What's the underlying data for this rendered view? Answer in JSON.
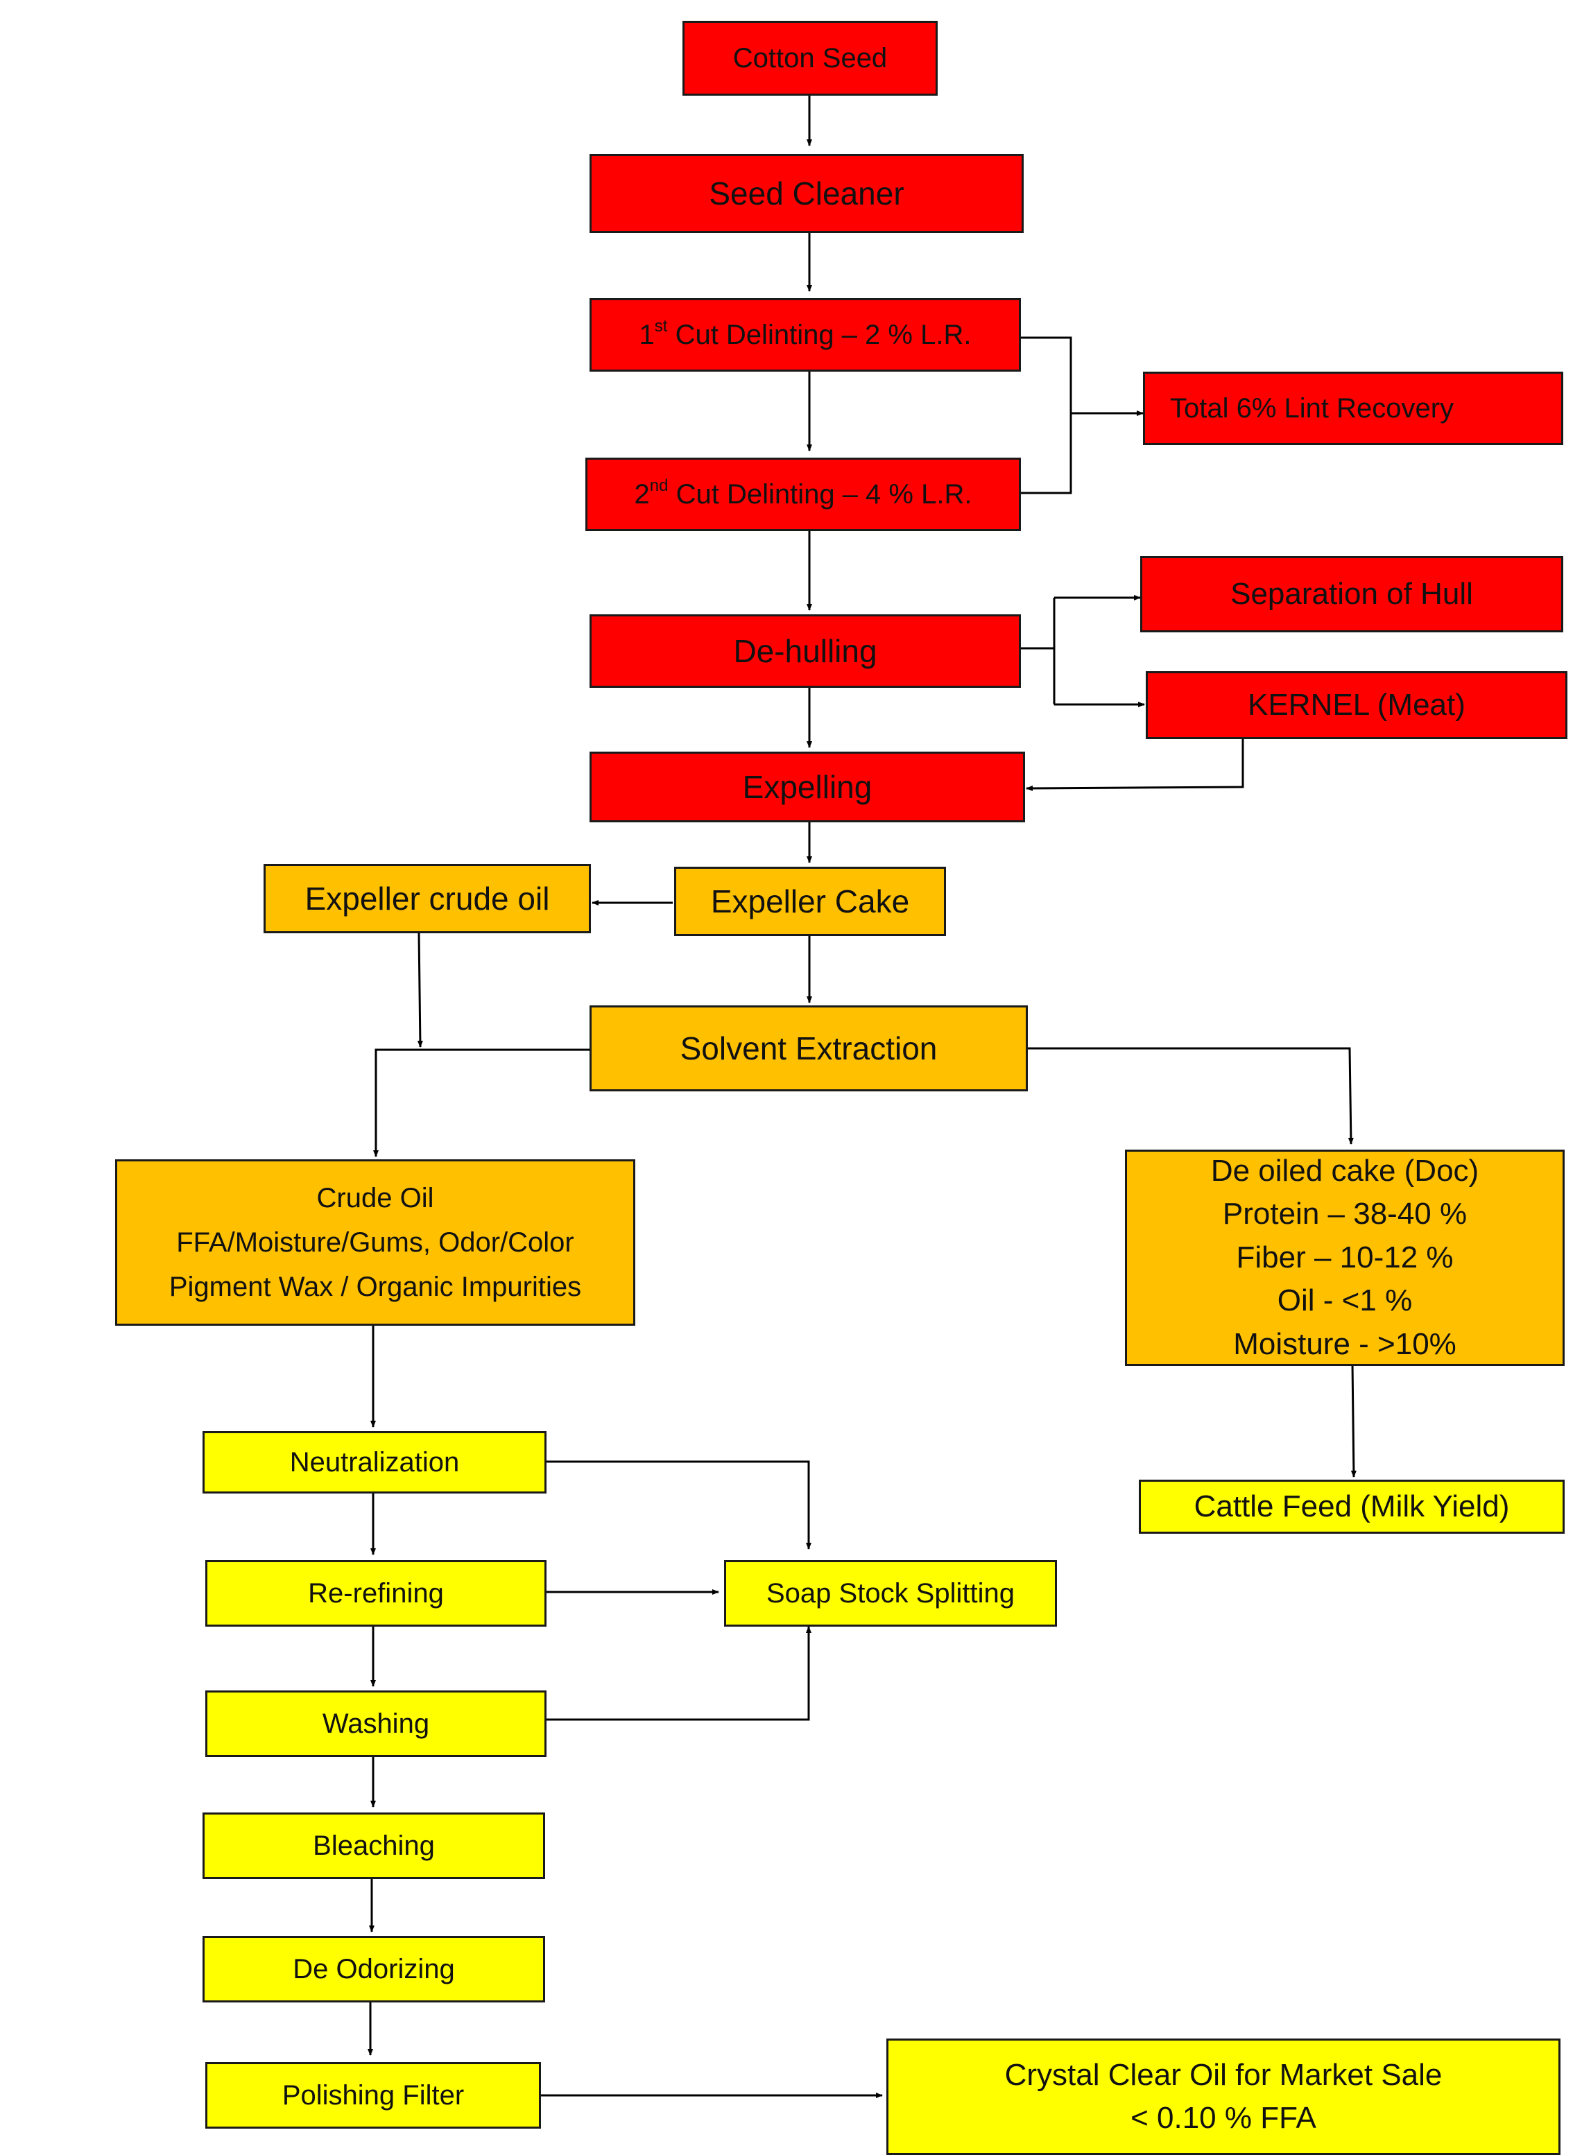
{
  "colors": {
    "red": "#ff0000",
    "orange": "#ffc000",
    "yellow": "#ffff00",
    "line": "#000000"
  },
  "nodes": {
    "cotton_seed": "Cotton Seed",
    "seed_cleaner": "Seed Cleaner",
    "first_cut": {
      "num": "1",
      "sup": "st",
      "text": " Cut Delinting – 2 % L.R."
    },
    "second_cut": {
      "num": "2",
      "sup": "nd",
      "text": " Cut Delinting – 4 % L.R."
    },
    "total_lint": "Total 6% Lint Recovery",
    "dehulling": "De-hulling",
    "separation_hull": "Separation of Hull",
    "kernel": "KERNEL (Meat)",
    "expelling": "Expelling",
    "expeller_crude_oil": "Expeller crude oil",
    "expeller_cake": "Expeller Cake",
    "solvent_extraction": "Solvent Extraction",
    "crude_oil": [
      "Crude Oil",
      "FFA/Moisture/Gums, Odor/Color",
      "Pigment Wax / Organic Impurities"
    ],
    "doc": [
      "De oiled cake (Doc)",
      "Protein – 38-40 %",
      "Fiber – 10-12 %",
      "Oil - <1 %",
      "Moisture - >10%"
    ],
    "cattle_feed": "Cattle Feed (Milk Yield)",
    "neutralization": "Neutralization",
    "rerefining": "Re-refining",
    "soap_stock": "Soap Stock Splitting",
    "washing": "Washing",
    "bleaching": "Bleaching",
    "deodorizing": "De Odorizing",
    "polishing_filter": "Polishing Filter",
    "crystal_clear": [
      "Crystal Clear Oil for Market Sale",
      "< 0.10 % FFA"
    ]
  }
}
